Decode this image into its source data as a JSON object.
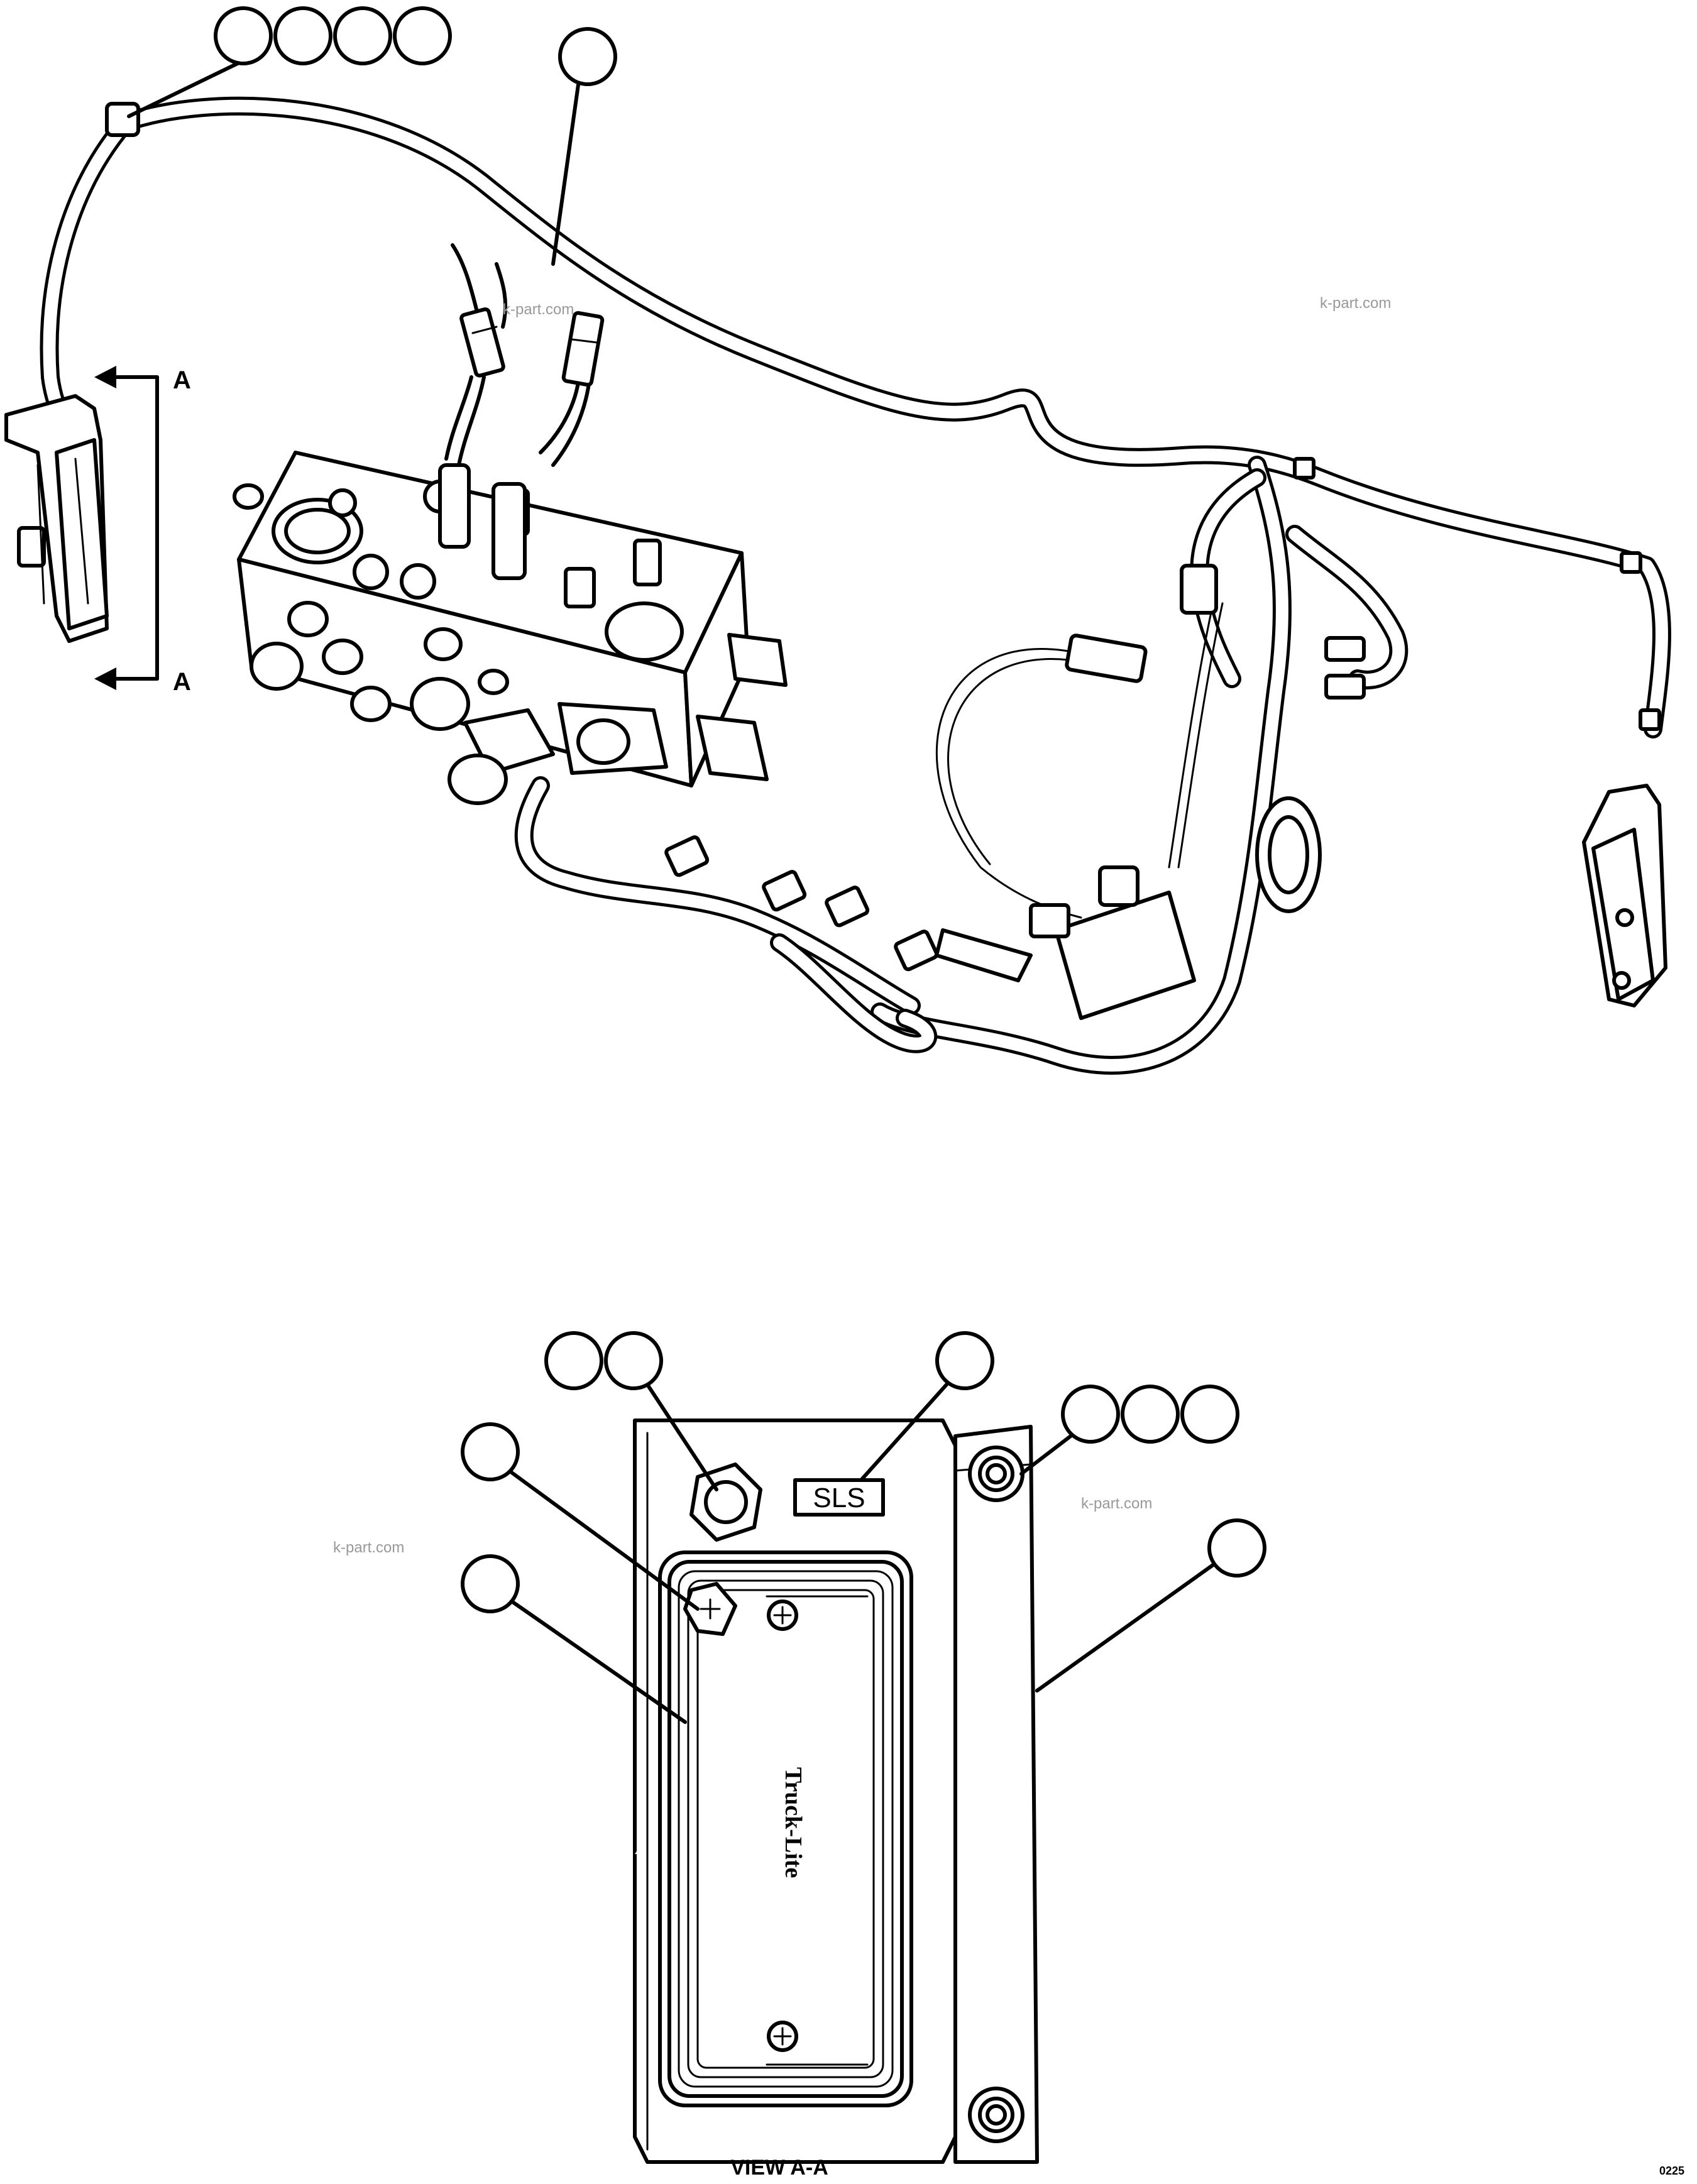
{
  "figure": {
    "section_marker_letter": "A",
    "tag_label": "SLS",
    "brand_label": "Truck-Lite",
    "view_title": "VIEW A-A",
    "drawing_code": "0225",
    "watermark": "k-part.com"
  }
}
